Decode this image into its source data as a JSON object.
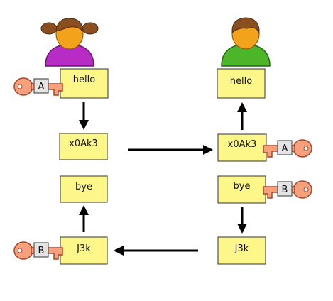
{
  "colors": {
    "note_fill": "#fdf78a",
    "note_stroke": "#333333",
    "key_fill": "#f6a07c",
    "key_stroke": "#a8462a",
    "key_tag_fill": "#e4e4e4",
    "arrow": "#000000",
    "alice_shirt": "#b72cc4",
    "bob_shirt": "#4cb52a",
    "skin": "#f3a21b",
    "hair": "#8a4e1f"
  },
  "people": {
    "alice": {
      "icon": "female-user-icon"
    },
    "bob": {
      "icon": "male-user-icon"
    }
  },
  "notes": {
    "alice_plain": "hello",
    "alice_cipher": "x0Ak3",
    "alice_reply_plain": "bye",
    "alice_reply_cipher": "J3k",
    "bob_plain": "hello",
    "bob_cipher": "x0Ak3",
    "bob_reply_plain": "bye",
    "bob_reply_cipher": "J3k"
  },
  "keys": {
    "alice_encrypt": "A",
    "alice_decrypt": "B",
    "bob_decrypt": "A",
    "bob_encrypt": "B"
  }
}
